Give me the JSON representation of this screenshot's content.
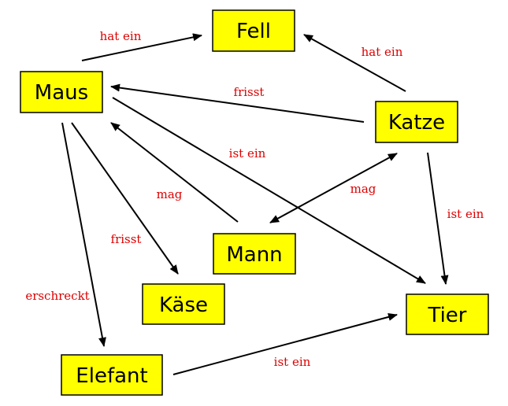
{
  "colors": {
    "node_fill": "#ffff00",
    "node_border": "#000000",
    "edge": "#000000",
    "edge_label": "#dd0000"
  },
  "nodes": {
    "fell": "Fell",
    "maus": "Maus",
    "katze": "Katze",
    "mann": "Mann",
    "kaese": "Käse",
    "tier": "Tier",
    "elefant": "Elefant"
  },
  "edges": [
    {
      "from": "Maus",
      "to": "Fell",
      "label": "hat ein"
    },
    {
      "from": "Katze",
      "to": "Fell",
      "label": "hat ein"
    },
    {
      "from": "Katze",
      "to": "Maus",
      "label": "frisst"
    },
    {
      "from": "Maus",
      "to": "Tier",
      "label": "ist ein"
    },
    {
      "from": "Mann",
      "to": "Maus",
      "label": "mag"
    },
    {
      "from": "Mann",
      "to": "Katze",
      "label": "mag",
      "bidirectional": true
    },
    {
      "from": "Katze",
      "to": "Tier",
      "label": "ist ein"
    },
    {
      "from": "Maus",
      "to": "Käse",
      "label": "frisst"
    },
    {
      "from": "Maus",
      "to": "Elefant",
      "label": "erschreckt"
    },
    {
      "from": "Elefant",
      "to": "Tier",
      "label": "ist ein"
    }
  ]
}
